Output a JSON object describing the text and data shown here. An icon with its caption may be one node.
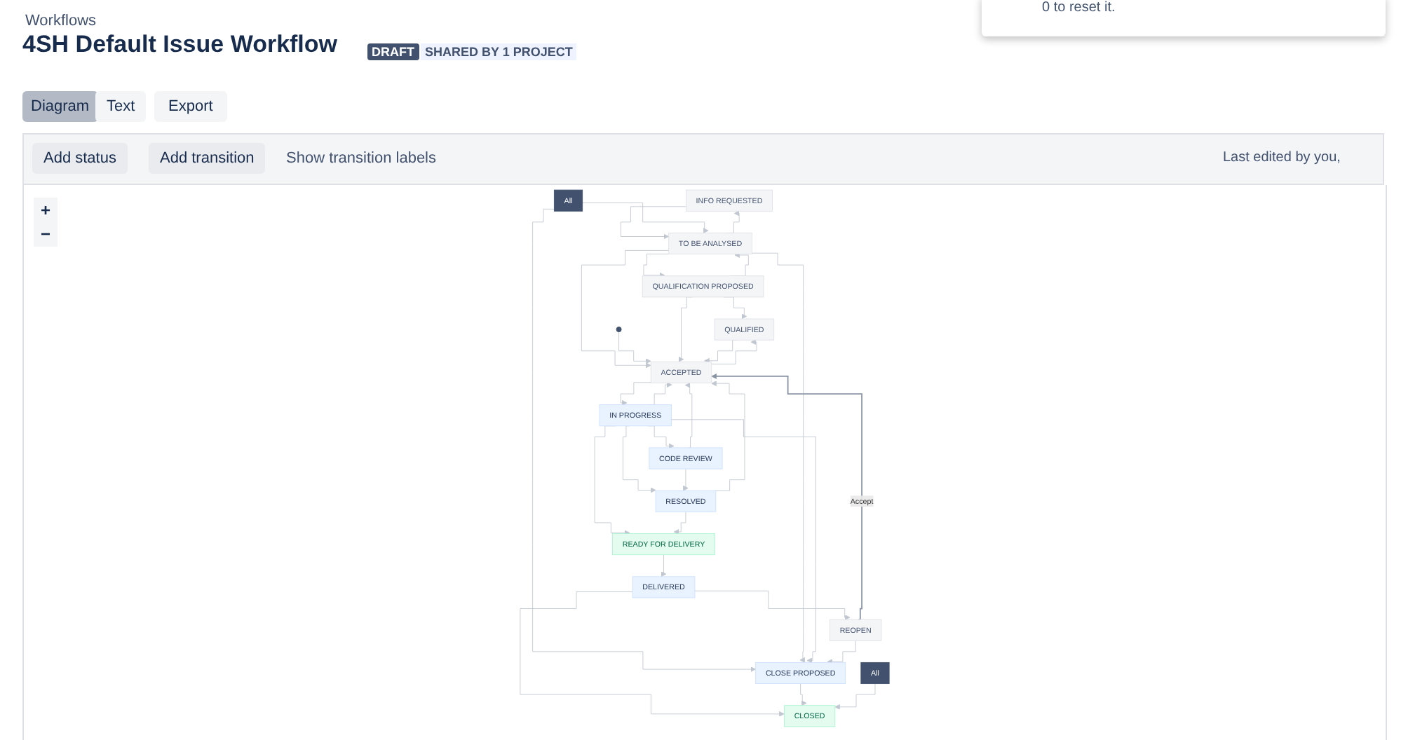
{
  "diagram": {
    "title": "4SH Default Issue Workflow",
    "nodes": [
      {
        "text": [
          "INFO REQUESTED"
        ]
      },
      {
        "text": [
          "TO BE ANALYSED"
        ]
      },
      {
        "text": [
          "All"
        ]
      },
      {
        "text": [
          "CLOSE PROPOSED"
        ]
      },
      {
        "text": [],
        "shape": "circle"
      },
      {
        "text": [
          "QUALIFICATION PROPOSED"
        ]
      },
      {
        "text": [
          "CLOSED"
        ]
      },
      {
        "text": [
          "All"
        ]
      },
      {
        "text": [
          "ACCEPTED"
        ]
      },
      {
        "text": [
          "REOPEN"
        ]
      },
      {
        "text": [
          "QUALIFIED"
        ]
      },
      {
        "text": [
          "IN PROGRESS"
        ]
      },
      {
        "text": [
          "DELIVERED"
        ]
      },
      {
        "text": [
          "CODE REVIEW"
        ]
      },
      {
        "text": [
          "RESOLVED"
        ]
      },
      {
        "text": [
          "READY FOR DELIVERY"
        ]
      }
    ],
    "edges": [
      {
        "from": 1,
        "to": 0,
        "arrow": "to"
      },
      {
        "from": 0,
        "to": 1,
        "arrow": "to"
      },
      {
        "from": 2,
        "to": 1,
        "arrow": "to"
      },
      {
        "from": 2,
        "to": 3,
        "arrow": "to"
      },
      {
        "from": 1,
        "to": 3,
        "arrow": "to"
      },
      {
        "from": 1,
        "to": 5,
        "arrow": "to"
      },
      {
        "from": 1,
        "to": 8,
        "arrow": "to"
      },
      {
        "from": 4,
        "to": 8,
        "arrow": "to"
      },
      {
        "from": 5,
        "to": 1,
        "arrow": "to"
      },
      {
        "from": 5,
        "to": 10,
        "arrow": "to"
      },
      {
        "from": 5,
        "to": 8,
        "arrow": "to"
      },
      {
        "from": 9,
        "to": 8,
        "arrow": "to",
        "label": "Accept",
        "color": "#8993a4"
      },
      {
        "from": 11,
        "to": 8,
        "arrow": "to"
      },
      {
        "from": 8,
        "to": 10,
        "arrow": "to"
      },
      {
        "from": 10,
        "to": 8,
        "arrow": "to"
      },
      {
        "from": 8,
        "to": 11,
        "arrow": "to"
      },
      {
        "from": 14,
        "to": 8,
        "arrow": "to"
      },
      {
        "from": 13,
        "to": 8,
        "arrow": "to"
      },
      {
        "from": 11,
        "to": 13,
        "arrow": "to"
      },
      {
        "from": 11,
        "to": 14,
        "arrow": "to"
      },
      {
        "from": 11,
        "to": 15,
        "arrow": "to"
      },
      {
        "from": 11,
        "to": 3,
        "arrow": "to"
      },
      {
        "from": 13,
        "to": 14,
        "arrow": "to"
      },
      {
        "from": 14,
        "to": 15,
        "arrow": "to"
      },
      {
        "from": 15,
        "to": 12,
        "arrow": "to"
      },
      {
        "from": 12,
        "to": 6,
        "arrow": "to"
      },
      {
        "from": 12,
        "to": 9,
        "arrow": "to"
      },
      {
        "from": 9,
        "to": 3,
        "arrow": "to"
      },
      {
        "from": 3,
        "to": 6,
        "arrow": "to"
      },
      {
        "from": 7,
        "to": 6,
        "arrow": "to"
      }
    ],
    "labels": [
      "Workflows",
      "DRAFT",
      "SHARED BY 1 PROJECT",
      "0 to reset it.",
      "Diagram",
      "Text",
      "Export",
      "Add status",
      "Add transition",
      "Show transition labels",
      "Last edited by you,",
      "+",
      "−"
    ]
  }
}
